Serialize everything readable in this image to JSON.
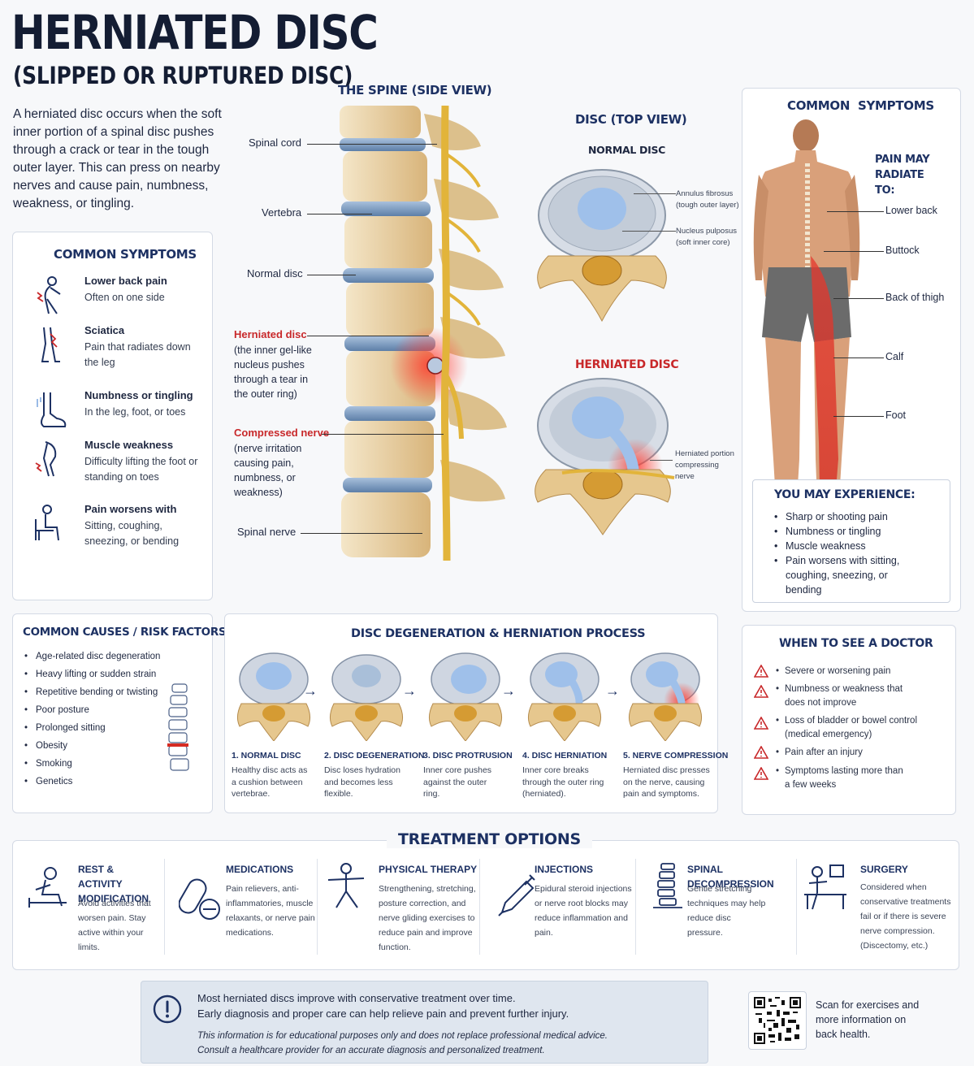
{
  "header": {
    "title": "HERNIATED DISC",
    "subtitle": "(SLIPPED OR RUPTURED DISC)",
    "intro": "A herniated disc occurs when the soft inner portion of a spinal disc pushes through a crack or tear in the tough outer layer. This can press on nearby nerves and cause pain, numbness, weakness, or tingling."
  },
  "symptoms_left": {
    "heading": "COMMON SYMPTOMS",
    "items": [
      {
        "title": "Lower back pain",
        "desc": "Often on one side",
        "icon": "back-pain-icon"
      },
      {
        "title": "Sciatica",
        "desc": "Pain that radiates down the leg",
        "icon": "leg-pain-icon"
      },
      {
        "title": "Numbness or tingling",
        "desc": "In the leg, foot, or toes",
        "icon": "foot-icon"
      },
      {
        "title": "Muscle weakness",
        "desc": "Difficulty lifting the foot or standing on toes",
        "icon": "weak-leg-icon"
      },
      {
        "title": "Pain worsens with",
        "desc": "Sitting, coughing, sneezing, or bending",
        "icon": "sitting-person-icon"
      }
    ]
  },
  "spine": {
    "heading": "THE SPINE (SIDE VIEW)",
    "labels": {
      "spinal_cord": "Spinal cord",
      "vertebra": "Vertebra",
      "normal_disc": "Normal disc",
      "herniated_title": "Herniated disc",
      "herniated_desc": "(the inner gel-like nucleus pushes through a tear in the outer ring)",
      "compressed_title": "Compressed nerve",
      "compressed_desc": "(nerve irritation causing pain, numbness, or weakness)",
      "spinal_nerve": "Spinal nerve"
    }
  },
  "disc_top": {
    "heading": "DISC (TOP VIEW)",
    "normal_title": "NORMAL DISC",
    "annulus": "Annulus fibrosus",
    "annulus_sub": "(tough outer layer)",
    "nucleus": "Nucleus pulposus",
    "nucleus_sub": "(soft inner core)",
    "herniated_title": "HERNIATED DISC",
    "herniated_label": "Herniated portion compressing nerve"
  },
  "symptoms_right": {
    "heading": "COMMON  SYMPTOMS",
    "radiate_title": "PAIN MAY RADIATE TO:",
    "radiate": [
      "Lower back",
      "Buttock",
      "Back of thigh",
      "Calf",
      "Foot"
    ],
    "experience_title": "YOU MAY EXPERIENCE:",
    "experience": [
      "Sharp or shooting pain",
      "Numbness or tingling",
      "Muscle weakness",
      "Pain worsens with sitting, coughing, sneezing, or bending"
    ]
  },
  "causes": {
    "heading": "COMMON CAUSES / RISK FACTORS",
    "items": [
      "Age-related disc degeneration",
      "Heavy lifting or sudden strain",
      "Repetitive bending or twisting",
      "Poor posture",
      "Prolonged sitting",
      "Obesity",
      "Smoking",
      "Genetics"
    ]
  },
  "process": {
    "heading": "DISC DEGENERATION & HERNIATION PROCESS",
    "steps": [
      {
        "title": "1. NORMAL DISC",
        "desc": "Healthy disc acts as a cushion between vertebrae."
      },
      {
        "title": "2. DISC DEGENERATION",
        "desc": "Disc loses hydration and becomes less flexible."
      },
      {
        "title": "3. DISC PROTRUSION",
        "desc": "Inner core pushes against the outer ring."
      },
      {
        "title": "4. DISC HERNIATION",
        "desc": "Inner core breaks through the outer ring (herniated)."
      },
      {
        "title": "5. NERVE COMPRESSION",
        "desc": "Herniated disc presses on the nerve, causing pain and symptoms."
      }
    ]
  },
  "doctor": {
    "heading": "WHEN TO SEE A DOCTOR",
    "items": [
      "Severe or worsening pain",
      "Numbness or weakness that does not improve",
      "Loss of bladder or bowel control (medical emergency)",
      "Pain after an injury",
      "Symptoms lasting more than a few weeks"
    ]
  },
  "treatment": {
    "heading": "TREATMENT OPTIONS",
    "items": [
      {
        "title": "REST & ACTIVITY MODIFICATION",
        "desc": "Avoid activities that worsen pain. Stay active within your limits.",
        "icon": "resting-person-icon"
      },
      {
        "title": "MEDICATIONS",
        "desc": "Pain relievers, anti-inflammatories, muscle relaxants, or nerve pain medications.",
        "icon": "pill-icon"
      },
      {
        "title": "PHYSICAL THERAPY",
        "desc": "Strengthening, stretching, posture correction, and nerve gliding exercises to reduce pain and improve function.",
        "icon": "exercise-icon"
      },
      {
        "title": "INJECTIONS",
        "desc": "Epidural steroid injections or nerve root blocks may reduce inflammation and pain.",
        "icon": "syringe-icon"
      },
      {
        "title": "SPINAL DECOMPRESSION",
        "desc": "Gentle stretching techniques may help reduce disc pressure.",
        "icon": "spine-icon"
      },
      {
        "title": "SURGERY",
        "desc": "Considered when conservative treatments fail or if there is severe nerve compression. (Discectomy, etc.)",
        "icon": "surgeon-icon"
      }
    ]
  },
  "footer": {
    "line1": "Most herniated discs improve with conservative treatment over time.",
    "line2": "Early diagnosis and proper care can help relieve pain and prevent further injury.",
    "disclaimer1": "This information is for educational purposes only and does not replace professional medical advice.",
    "disclaimer2": "Consult a healthcare provider for an accurate diagnosis and personalized treatment.",
    "qr_text": "Scan for exercises and more information on back health."
  },
  "colors": {
    "navy": "#1d3163",
    "red": "#c8282a",
    "disc_blue": "#8fb4e3",
    "bone": "#e8cfa0"
  }
}
